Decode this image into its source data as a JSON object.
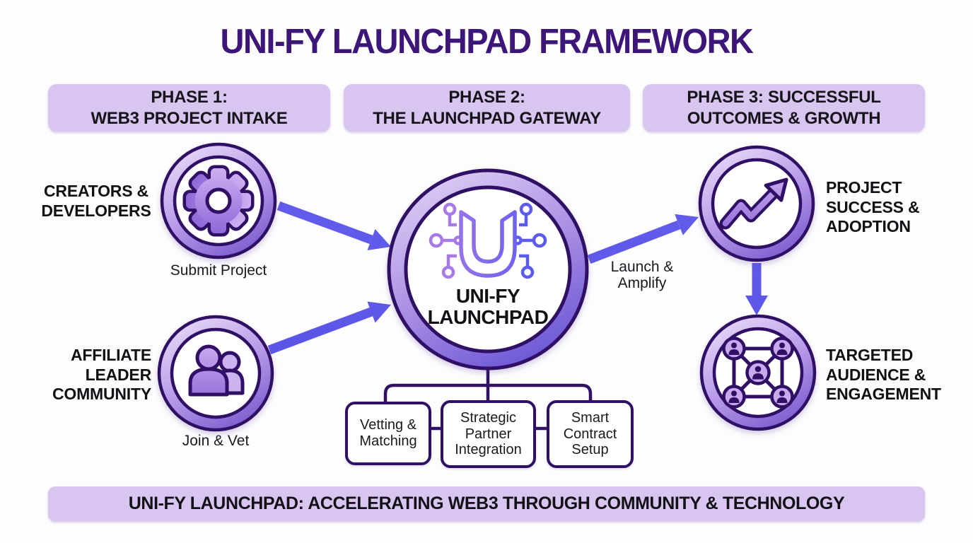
{
  "title": "UNI-FY LAUNCHPAD FRAMEWORK",
  "phases": [
    {
      "label": "PHASE 1:\nWEB3 PROJECT INTAKE"
    },
    {
      "label": "PHASE 2:\nTHE LAUNCHPAD GATEWAY"
    },
    {
      "label": "PHASE 3: SUCCESSFUL\nOUTCOMES & GROWTH"
    }
  ],
  "nodes": {
    "creators": {
      "label": "CREATORS &\nDEVELOPERS",
      "caption": "Submit Project",
      "icon": "gear-icon"
    },
    "affiliate": {
      "label": "AFFILIATE\nLEADER\nCOMMUNITY",
      "caption": "Join & Vet",
      "icon": "people-icon"
    },
    "hub": {
      "label": "UNI-FY\nLAUNCHPAD",
      "icon": "unify-circuit-logo"
    },
    "success": {
      "label": "PROJECT\nSUCCESS &\nADOPTION",
      "icon": "growth-arrow-icon"
    },
    "audience": {
      "label": "TARGETED\nAUDIENCE &\nENGAGEMENT",
      "icon": "network-icon"
    }
  },
  "arrows": {
    "launch_label": "Launch &\nAmplify"
  },
  "sub_steps": [
    "Vetting &\nMatching",
    "Strategic\nPartner\nIntegration",
    "Smart\nContract\nSetup"
  ],
  "banner": "UNI-FY LAUNCHPAD: ACCELERATING WEB3 THROUGH COMMUNITY & TECHNOLOGY",
  "colors": {
    "outline_dark": "#2f1065",
    "title": "#3c1678",
    "lavender": "#d8c6f0",
    "arrow": "#5c58e8",
    "logo_left": "#a87ae8",
    "logo_right": "#5b5bf0"
  }
}
